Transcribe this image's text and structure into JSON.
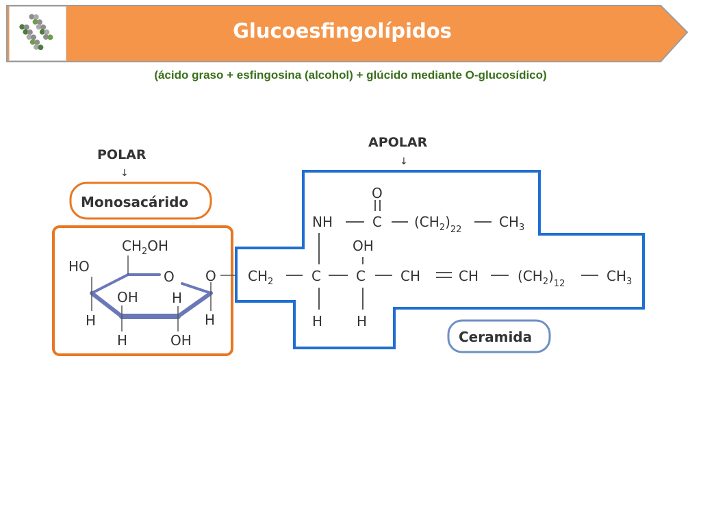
{
  "header": {
    "title": "Glucoesfingolípidos",
    "subtitle": "(ácido graso + esfingosina  (alcohol) + glúcido mediante O-glucosídico)",
    "logo_icon": "lipid-molecule-model-icon",
    "accent_color": "#f5954a"
  },
  "diagram": {
    "polar_label": "POLAR",
    "apolar_label": "APOLAR",
    "arrow_glyph": "↓",
    "monosaccharide_label": "Monosacárido",
    "ceramide_label": "Ceramida",
    "polar_box_color": "#e87722",
    "apolar_box_color": "#1f6fd1",
    "ceramide_box_color": "#6d8fc4",
    "ring_color": "#6b78b8",
    "sugar": {
      "ch2oh": "CH",
      "ch2oh_sub": "2",
      "ch2oh_tail": "OH",
      "ho": "HO",
      "ring_o": "O",
      "oh_inner": "OH",
      "h_inner": "H",
      "h_left": "H",
      "h_right": "H",
      "h_bottom": "H",
      "oh_bottom": "OH"
    },
    "linkage_o": "O",
    "backbone": {
      "ch2": "CH",
      "ch2_sub": "2",
      "c1": "C",
      "c2": "C",
      "ch_a": "CH",
      "ch_b": "CH",
      "ch2n": "(CH",
      "ch2n_sub": "2",
      "ch2n_close": ")",
      "ch2n_count": "12",
      "ch3": "CH",
      "ch3_sub": "3",
      "h1": "H",
      "h2": "H",
      "oh": "OH"
    },
    "fatty_acid": {
      "nh": "NH",
      "c": "C",
      "o": "O",
      "ch2n": "(CH",
      "ch2n_sub": "2",
      "ch2n_close": ")",
      "ch2n_count": "22",
      "ch3": "CH",
      "ch3_sub": "3"
    }
  }
}
